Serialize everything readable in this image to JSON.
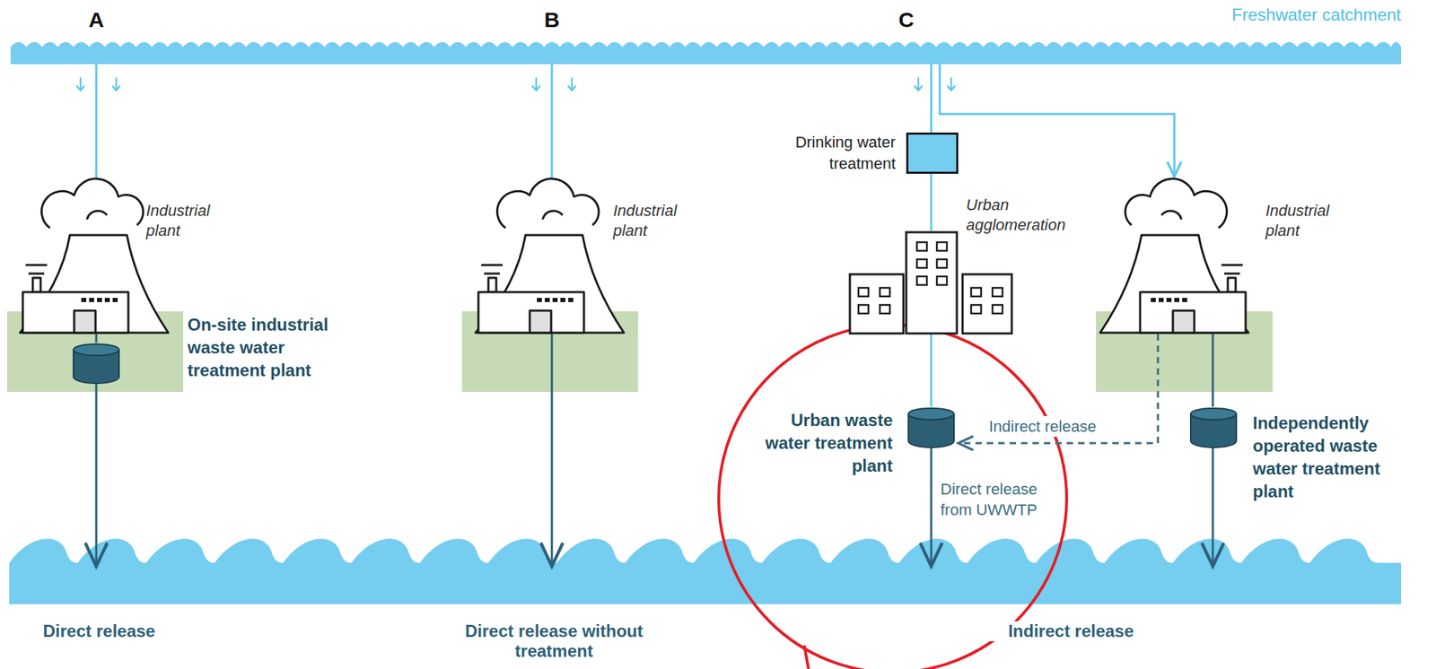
{
  "diagram": {
    "nodes": [
      {
        "text": [
          "Freshwater catchment"
        ]
      },
      {
        "text": [
          "Industrial plant"
        ]
      },
      {
        "text": [
          "On-site industrial waste water treatment plant"
        ]
      },
      {
        "text": [
          "Industrial plant"
        ]
      },
      {
        "text": [
          "Drinking water treatment"
        ]
      },
      {
        "text": [
          "Urban agglomeration"
        ]
      },
      {
        "text": [
          "Urban waste water treatment plant"
        ]
      },
      {
        "text": [
          "Industrial plant"
        ]
      },
      {
        "text": [
          "Independently operated waste water treatment plant"
        ]
      },
      {
        "text": [
          "Direct release",
          "Direct release without treatment",
          "Indirect release"
        ]
      }
    ],
    "edges": [
      {
        "from": 0,
        "to": 1,
        "arrow": "none"
      },
      {
        "from": 1,
        "to": 2,
        "arrow": "none"
      },
      {
        "from": 2,
        "to": 9,
        "arrow": "to"
      },
      {
        "from": 0,
        "to": 3,
        "arrow": "none"
      },
      {
        "from": 3,
        "to": 9,
        "arrow": "to"
      },
      {
        "from": 0,
        "to": 4,
        "arrow": "none"
      },
      {
        "from": 4,
        "to": 5,
        "arrow": "none"
      },
      {
        "from": 5,
        "to": 6,
        "arrow": "none"
      },
      {
        "from": 6,
        "to": 9,
        "label": "Direct release from UWWTP",
        "arrow": "to"
      },
      {
        "from": 0,
        "to": 7,
        "arrow": "to"
      },
      {
        "from": 7,
        "to": 6,
        "label": "Indirect release",
        "arrow": "to"
      },
      {
        "from": 7,
        "to": 8,
        "arrow": "none"
      },
      {
        "from": 8,
        "to": 9,
        "arrow": "to"
      }
    ],
    "labels": [
      "A",
      "B",
      "C"
    ]
  }
}
